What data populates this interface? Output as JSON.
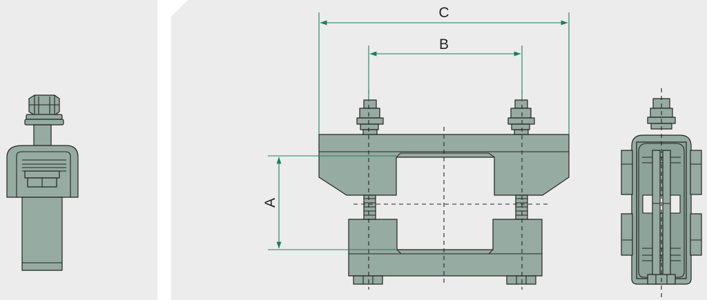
{
  "colors": {
    "panel_background": "#ececec",
    "separator": "#ffffff",
    "part_fill": "#96aba2",
    "outline": "#222222",
    "dimension_line": "#1a7f5a"
  },
  "dimensions": {
    "overall_width": "C",
    "bolt_spacing": "B",
    "clamp_height": "A"
  }
}
